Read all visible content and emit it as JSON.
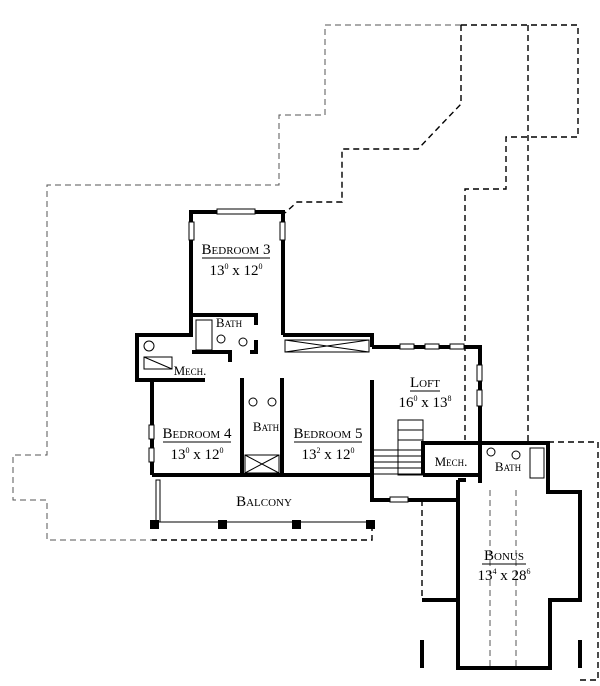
{
  "rooms": {
    "bedroom3": {
      "name": "Bedroom 3",
      "a": "13",
      "a_sup": "0",
      "b": "12",
      "b_sup": "0"
    },
    "bath_upper": {
      "name": "Bath"
    },
    "mech_left": {
      "name": "Mech."
    },
    "bedroom4": {
      "name": "Bedroom 4",
      "a": "13",
      "a_sup": "0",
      "b": "12",
      "b_sup": "0"
    },
    "bath_center": {
      "name": "Bath"
    },
    "bedroom5": {
      "name": "Bedroom 5",
      "a": "13",
      "a_sup": "2",
      "b": "12",
      "b_sup": "0"
    },
    "balcony": {
      "name": "Balcony"
    },
    "loft": {
      "name": "Loft",
      "a": "16",
      "a_sup": "0",
      "b": "13",
      "b_sup": "8"
    },
    "mech_right": {
      "name": "Mech."
    },
    "bath_right": {
      "name": "Bath"
    },
    "bonus": {
      "name": "Bonus",
      "a": "13",
      "a_sup": "4",
      "b": "28",
      "b_sup": "6"
    }
  }
}
